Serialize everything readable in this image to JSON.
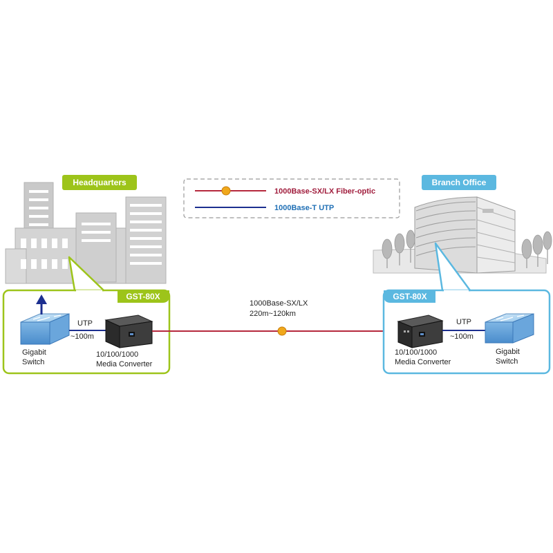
{
  "colors": {
    "hq_green": "#9dc41a",
    "branch_blue": "#5bb8e0",
    "fiber_line": "#b5283c",
    "utp_line": "#1c2f8f",
    "connector_dot": "#f0a81c"
  },
  "headquarters": {
    "tag": "Headquarters",
    "box_tag": "GST-80X",
    "switch_label_1": "Gigabit",
    "switch_label_2": "Switch",
    "utp_label": "UTP",
    "utp_distance": "~100m",
    "converter_label_1": "10/100/1000",
    "converter_label_2": "Media Converter"
  },
  "branch": {
    "tag": "Branch Office",
    "box_tag": "GST-80X",
    "switch_label_1": "Gigabit",
    "switch_label_2": "Switch",
    "utp_label": "UTP",
    "utp_distance": "~100m",
    "converter_label_1": "10/100/1000",
    "converter_label_2": "Media Converter"
  },
  "legend": {
    "fiber": "1000Base-SX/LX Fiber-optic",
    "utp": "1000Base-T UTP"
  },
  "link": {
    "type_label": "1000Base-SX/LX",
    "distance_label": "220m~120km"
  }
}
